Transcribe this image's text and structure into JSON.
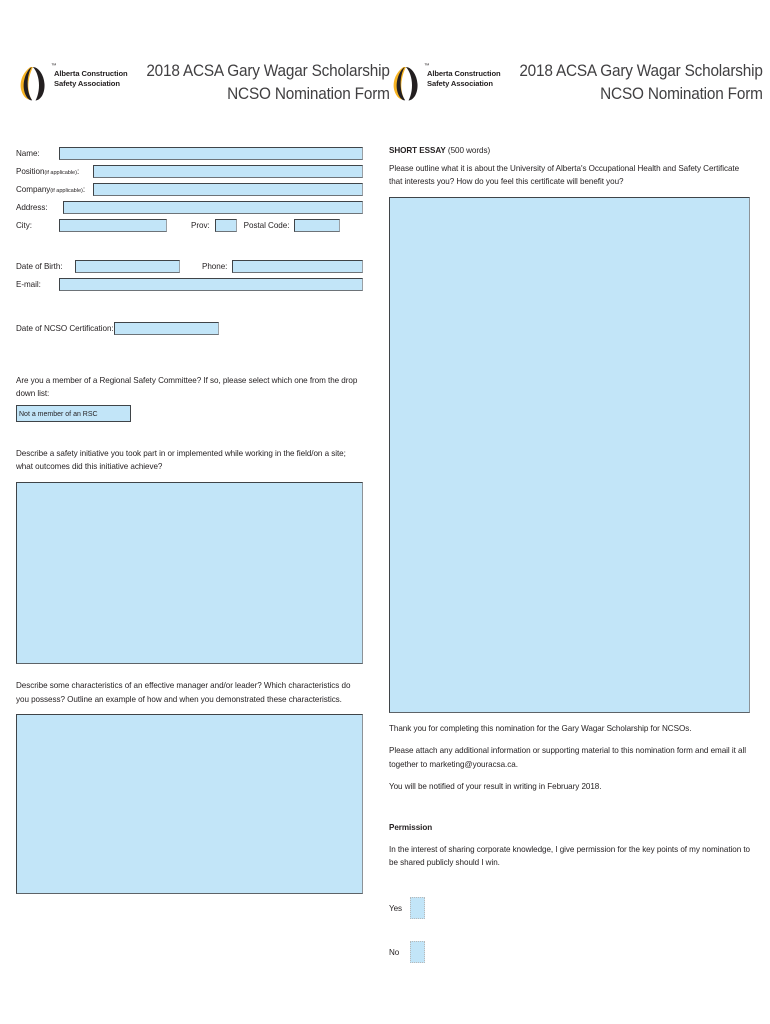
{
  "brand": {
    "logo_icon": "acsa-leaf-logo",
    "trademark": "™",
    "name_line1": "Alberta Construction",
    "name_line2": "Safety Association",
    "colors": {
      "gold": "#F6B323",
      "black": "#231F20",
      "field_fill": "#C2E5F8",
      "field_border": "#3F4448",
      "title": "#414042"
    }
  },
  "header": {
    "title_line1": "2018 ACSA Gary Wagar Scholarship",
    "title_line2": "NCSO Nomination Form"
  },
  "left": {
    "fields": [
      {
        "label": "Name:",
        "note": "",
        "value": ""
      },
      {
        "label": "Position",
        "note": "(if applicable)",
        "suffix": ":",
        "value": ""
      },
      {
        "label": "Company",
        "note": "(if applicable)",
        "suffix": ":",
        "value": ""
      },
      {
        "label": "Address:",
        "note": "",
        "value": ""
      }
    ],
    "city_label": "City:",
    "city_value": "",
    "prov_label": "Prov:",
    "prov_value": "",
    "postal_label": "Postal Code:",
    "postal_value": "",
    "dob_label": "Date of Birth:",
    "dob_value": "",
    "phone_label": "Phone:",
    "phone_value": "",
    "email_label": "E-mail:",
    "email_value": "",
    "ncso_label": "Date of NCSO Certification:",
    "ncso_value": "",
    "rsc_question": "Are you a member of a Regional Safety Committee? If so, please select which one from the drop down list:",
    "rsc_selected": "Not a member of an RSC",
    "q1": "Describe a safety initiative you took part in or implemented while working in the field/on a site; what outcomes did this initiative achieve?",
    "q1_value": "",
    "q2": "Describe some characteristics of an effective manager and/or leader? Which characteristics do you possess? Outline an example of how and when you demonstrated these characteristics.",
    "q2_value": ""
  },
  "right": {
    "essay_heading": "SHORT ESSAY",
    "essay_wordcount": " (500 words)",
    "essay_prompt": "Please outline what it is about the University of Alberta's Occupational Health and Safety Certificate that interests you? How do you feel this certificate will benefit you?",
    "essay_value": "",
    "closing_1": "Thank you for completing this nomination for the Gary Wagar Scholarship for NCSOs.",
    "closing_2": "Please attach any additional information or supporting material to this nomination form and email it all together to marketing@youracsa.ca.",
    "closing_3": "You will be notified of your result in writing in February 2018.",
    "permission_heading": "Permission",
    "permission_text": "In the interest of sharing corporate knowledge, I give permission for the key points of my nomination to be shared publicly should I win.",
    "yes_label": "Yes",
    "no_label": "No",
    "yes_checked": "",
    "no_checked": ""
  }
}
